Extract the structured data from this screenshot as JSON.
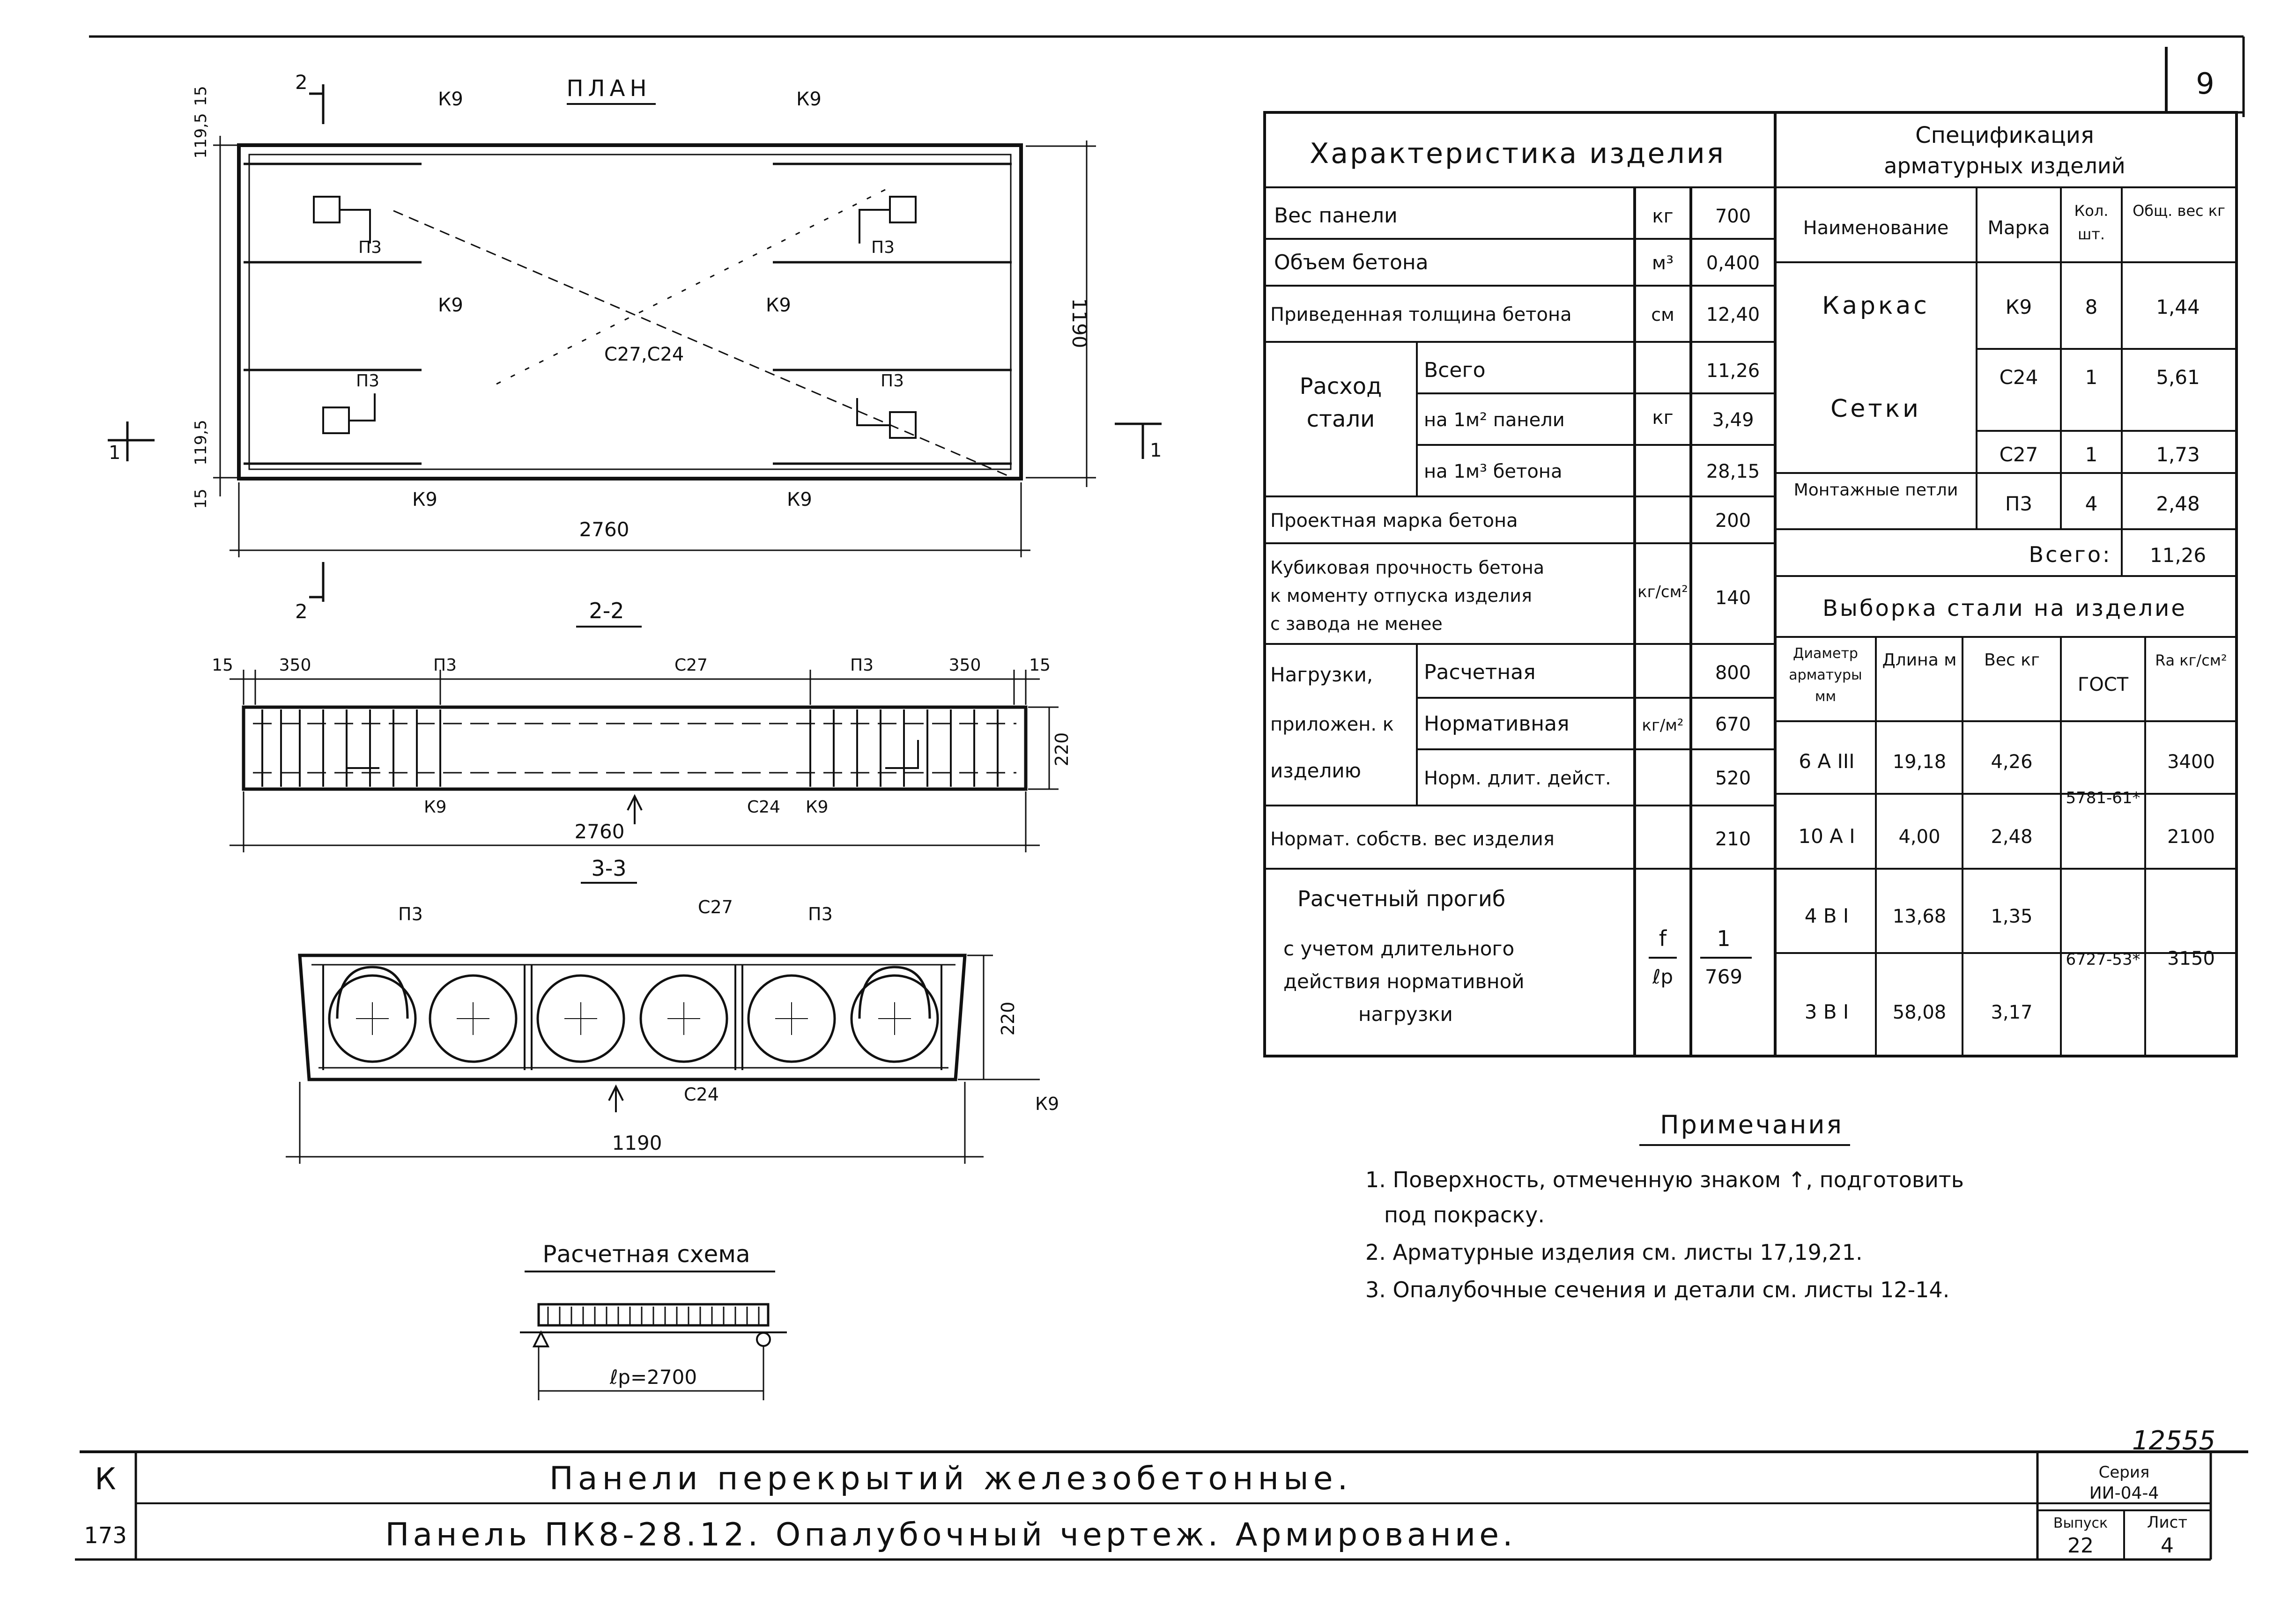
{
  "sheet": {
    "sheet_no": "9",
    "stamp_number": "12555",
    "left_margin_top": "К",
    "left_margin_bottom": "173"
  },
  "drawing": {
    "plan": {
      "title": "ПЛАН",
      "labels": {
        "k9": "К9",
        "p3": "П3",
        "mesh": "С27,С24",
        "section_mark": "2",
        "section_mark_side": "1"
      },
      "dims": {
        "length": "2760",
        "width": "1190",
        "edge_top": "119,5",
        "edge_bottom": "119,5",
        "offset": "15",
        "offset_top": "15"
      }
    },
    "section_2_2": {
      "title": "2-2",
      "labels": {
        "p3": "П3",
        "c27": "С27",
        "c24": "С24",
        "k9": "К9"
      },
      "dims": {
        "end_left": "15",
        "end_right": "15",
        "seg_left": "350",
        "seg_right": "350",
        "height": "220",
        "length": "2760"
      }
    },
    "section_3_3": {
      "title": "3-3",
      "labels": {
        "p3": "П3",
        "c27": "С27",
        "c24": "С24",
        "k9": "К9"
      },
      "dims": {
        "height": "220",
        "width": "1190"
      }
    },
    "calc_scheme": {
      "title": "Расчетная схема",
      "span": "ℓр=2700"
    }
  },
  "characteristics": {
    "title": "Характеристика изделия",
    "rows": [
      {
        "label": "Вес панели",
        "unit": "кг",
        "value": "700"
      },
      {
        "label": "Объем бетона",
        "unit": "м³",
        "value": "0,400"
      },
      {
        "label": "Приведенная толщина бетона",
        "unit": "см",
        "value": "12,40"
      }
    ],
    "steel": {
      "label": "Расход стали",
      "unit": "кг",
      "rows": [
        {
          "label": "Всего",
          "value": "11,26"
        },
        {
          "label": "на 1м² панели",
          "value": "3,49"
        },
        {
          "label": "на 1м³ бетона",
          "value": "28,15"
        }
      ]
    },
    "grade": {
      "label": "Проектная марка бетона",
      "value": "200"
    },
    "strength_unit": "кг/см²",
    "strength": {
      "label_1": "Кубиковая прочность бетона",
      "label_2": "к моменту отпуска изделия",
      "label_3": "с завода не менее",
      "value": "140"
    },
    "loads": {
      "label_1": "Нагрузки,",
      "label_2": "приложен. к",
      "label_3": "изделию",
      "unit": "кг/м²",
      "rows": [
        {
          "label": "Расчетная",
          "value": "800"
        },
        {
          "label": "Нормативная",
          "value": "670"
        },
        {
          "label": "Норм. длит. дейст.",
          "value": "520"
        }
      ]
    },
    "own_weight": {
      "label": "Нормат. собств. вес изделия",
      "value": "210"
    },
    "deflection": {
      "label_1": "Расчетный прогиб",
      "label_2": "с учетом длительного",
      "label_3": "действия нормативной",
      "label_4": "нагрузки",
      "unit_top": "f",
      "unit_bottom": "ℓр",
      "value_top": "1",
      "value_bottom": "769"
    }
  },
  "specification": {
    "title_1": "Спецификация",
    "title_2": "арматурных изделий",
    "headers": {
      "name": "Наименование",
      "mark": "Марка",
      "qty": "Кол. шт.",
      "weight": "Общ. вес кг"
    },
    "karkas": {
      "name": "Каркас",
      "mark": "К9",
      "qty": "8",
      "weight": "1,44"
    },
    "setki": {
      "name": "Сетки",
      "rows": [
        {
          "mark": "С24",
          "qty": "1",
          "weight": "5,61"
        },
        {
          "mark": "С27",
          "qty": "1",
          "weight": "1,73"
        }
      ]
    },
    "petli": {
      "name": "Монтажные петли",
      "mark": "П3",
      "qty": "4",
      "weight": "2,48"
    },
    "total": {
      "label": "Всего:",
      "value": "11,26"
    }
  },
  "steel_selection": {
    "title": "Выборка стали на изделие",
    "headers": {
      "diameter": "Диаметр арматуры мм",
      "length": "Длина м",
      "weight": "Вес кг",
      "gost": "ГОСТ",
      "ra": "Rа кг/см²"
    },
    "rows": [
      {
        "diameter": "6 А III",
        "length": "19,18",
        "weight": "4,26",
        "ra": "3400"
      },
      {
        "diameter": "10 А I",
        "length": "4,00",
        "weight": "2,48",
        "ra": "2100"
      },
      {
        "diameter": "4 В I",
        "length": "13,68",
        "weight": "1,35",
        "ra": "3150"
      },
      {
        "diameter": "3 В I",
        "length": "58,08",
        "weight": "3,17",
        "ra": ""
      }
    ],
    "gost_1": "5781-61*",
    "gost_2": "6727-53*"
  },
  "notes": {
    "title": "Примечания",
    "items": [
      "1. Поверхность, отмеченную знаком ↑, подготовить",
      "под покраску.",
      "2. Арматурные изделия см. листы 17,19,21.",
      "3. Опалубочные сечения и детали см. листы 12-14."
    ]
  },
  "title_block": {
    "line_1": "Панели перекрытий железобетонные.",
    "line_2": "Панель ПК8-28.12. Опалубочный чертеж. Армирование.",
    "series_label": "Серия",
    "series_value": "ИИ-04-4",
    "issue_label": "Выпуск",
    "issue_value": "22",
    "sheet_label": "Лист",
    "sheet_value": "4"
  }
}
